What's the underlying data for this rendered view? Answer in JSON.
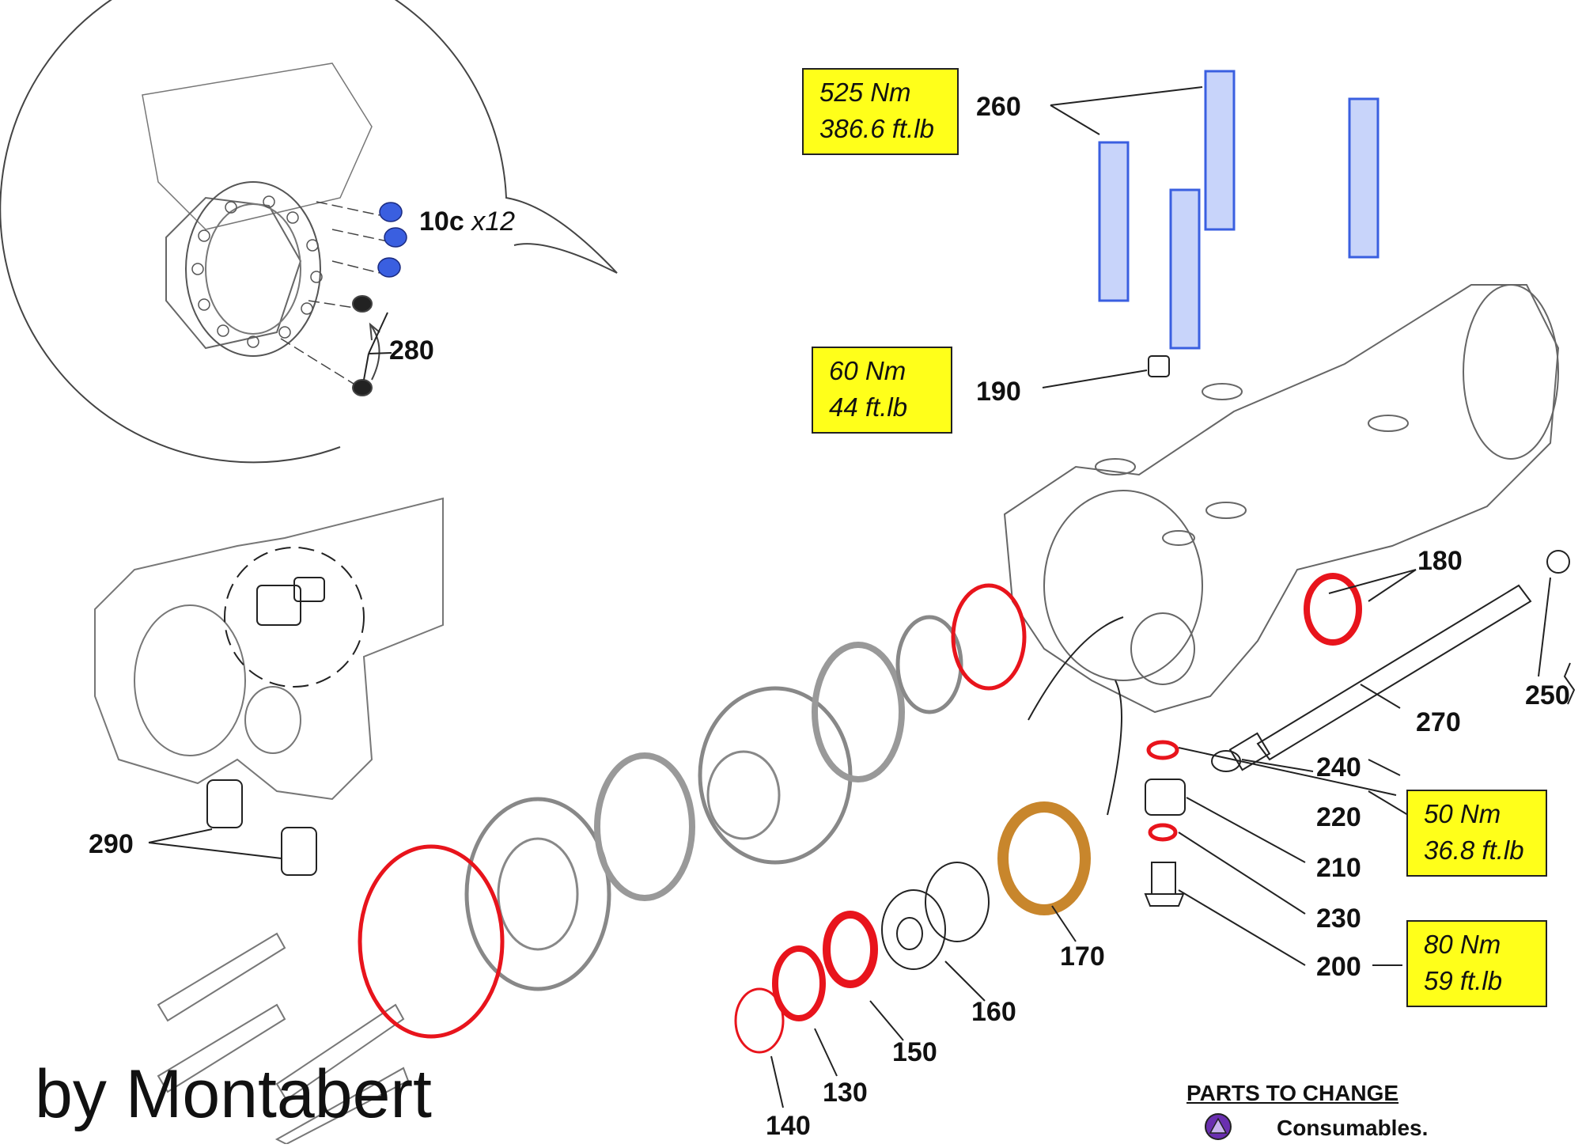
{
  "parts": {
    "p10c": "10c",
    "p10c_qty": "x12",
    "p280": "280",
    "p290": "290",
    "p260": "260",
    "p190": "190",
    "p180": "180",
    "p250": "250",
    "p270": "270",
    "p240": "240",
    "p220": "220",
    "p210": "210",
    "p230": "230",
    "p200": "200",
    "p170": "170",
    "p160": "160",
    "p150": "150",
    "p130": "130",
    "p140": "140"
  },
  "torques": {
    "t260": {
      "nm": "525 Nm",
      "ftlb": "386.6 ft.lb"
    },
    "t190": {
      "nm": "60 Nm",
      "ftlb": "44 ft.lb"
    },
    "t240": {
      "nm": "50 Nm",
      "ftlb": "36.8 ft.lb"
    },
    "t200": {
      "nm": "80 Nm",
      "ftlb": "59 ft.lb"
    }
  },
  "brand": "by Montabert",
  "legend": {
    "title": "PARTS TO CHANGE",
    "item": "Consumables."
  },
  "colors": {
    "consumable_seal": "#e8141c",
    "bolt": "#3a5fe0",
    "gear": "#c8862c",
    "torque_box": "#ffff1a",
    "legend_icon": "#6a2fb0"
  }
}
